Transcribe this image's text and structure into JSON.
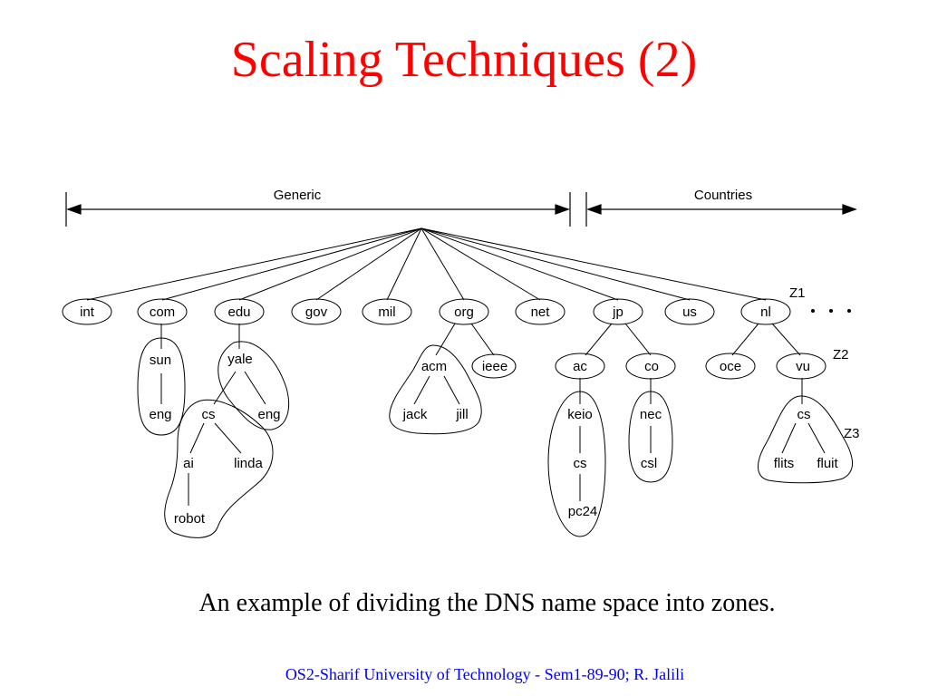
{
  "title": "Scaling Techniques (2)",
  "diagram": {
    "section_generic": "Generic",
    "section_countries": "Countries",
    "zone_labels": [
      "Z1",
      "Z2",
      "Z3"
    ],
    "nodes": {
      "int": "int",
      "com": "com",
      "edu": "edu",
      "gov": "gov",
      "mil": "mil",
      "org": "org",
      "net": "net",
      "jp": "jp",
      "us": "us",
      "nl": "nl",
      "sun": "sun",
      "eng_com": "eng",
      "yale": "yale",
      "eng_yale": "eng",
      "cs_yale": "cs",
      "ai": "ai",
      "linda": "linda",
      "robot": "robot",
      "acm": "acm",
      "ieee": "ieee",
      "jack": "jack",
      "jill": "jill",
      "ac": "ac",
      "co": "co",
      "keio": "keio",
      "cs_keio": "cs",
      "pc24": "pc24",
      "nec": "nec",
      "csl": "csl",
      "oce": "oce",
      "vu": "vu",
      "cs_vu": "cs",
      "flits": "flits",
      "fluit": "fluit"
    }
  },
  "caption": "An example of dividing the DNS name space into zones.",
  "footer": "OS2-Sharif University of Technology -  Sem1-89-90; R. Jalili"
}
